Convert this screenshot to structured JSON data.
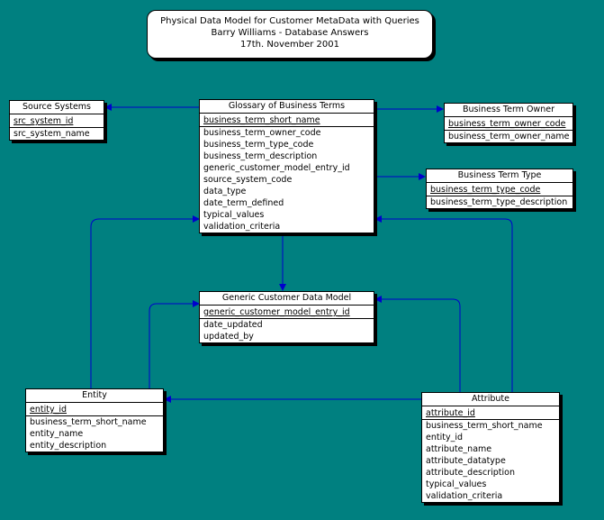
{
  "title": {
    "line1": "Physical Data Model for Customer MetaData with Queries",
    "line2": "Barry Williams - Database Answers",
    "line3": "17th. November 2001"
  },
  "colors": {
    "background": "#008080",
    "connector": "#0000cc",
    "box": "#ffffff"
  },
  "entities": {
    "source_systems": {
      "name": "Source Systems",
      "keys": [
        "src_system_id"
      ],
      "attrs": [
        "src_system_name"
      ]
    },
    "glossary": {
      "name": "Glossary of Business Terms",
      "keys": [
        "business_term_short_name"
      ],
      "attrs": [
        "business_term_owner_code",
        "business_term_type_code",
        "business_term_description",
        "generic_customer_model_entry_id",
        "source_system_code",
        "data_type",
        "date_term_defined",
        "typical_values",
        "validation_criteria"
      ]
    },
    "owner": {
      "name": "Business Term Owner",
      "keys": [
        "business_term_owner_code"
      ],
      "attrs": [
        "business_term_owner_name"
      ]
    },
    "type": {
      "name": "Business Term Type",
      "keys": [
        "business_term_type_code"
      ],
      "attrs": [
        "business_term_type_description"
      ]
    },
    "generic": {
      "name": "Generic Customer Data Model",
      "keys": [
        "generic_customer_model_entry_id"
      ],
      "attrs": [
        "date_updated",
        "updated_by"
      ]
    },
    "entity": {
      "name": "Entity",
      "keys": [
        "entity_id"
      ],
      "attrs": [
        "business_term_short_name",
        "entity_name",
        "entity_description"
      ]
    },
    "attribute": {
      "name": "Attribute",
      "keys": [
        "attribute_id"
      ],
      "attrs": [
        "business_term_short_name",
        "entity_id",
        "attribute_name",
        "attribute_datatype",
        "attribute_description",
        "typical_values",
        "validation_criteria"
      ]
    }
  }
}
